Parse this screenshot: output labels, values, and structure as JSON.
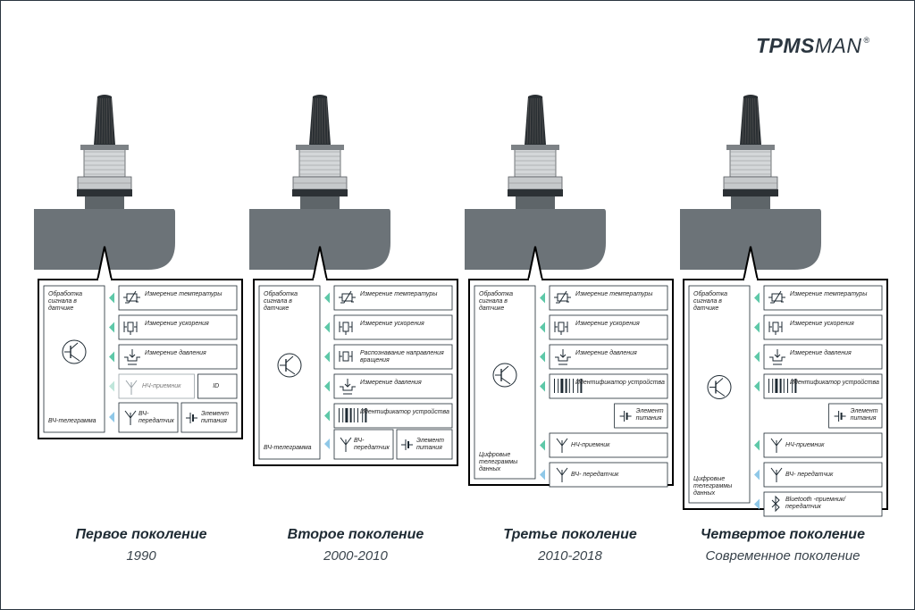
{
  "brand": {
    "name_bold": "TPMS",
    "name_light": "MAN",
    "mark": "®"
  },
  "colors": {
    "accent": "#5ec8a8",
    "accent_blue": "#8fc8e8",
    "sensor": "#6c7378",
    "line": "#1e2a33"
  },
  "generations": [
    {
      "title": "Первое поколение",
      "period": "1990",
      "left_top": "Обработка сигнала в датчике",
      "left_bottom": "ВЧ-телеграмма",
      "rows": [
        {
          "icon": "temperature-icon",
          "label": "Измерение температуры"
        },
        {
          "icon": "acceleration-icon",
          "label": "Измерение ускорения"
        },
        {
          "icon": "pressure-icon",
          "label": "Измерение давления"
        }
      ],
      "split_row": [
        {
          "icon": "antenna-icon",
          "label": "НЧ-приемник",
          "faded": true
        },
        {
          "icon": "",
          "label": "ID"
        }
      ],
      "bottom_row": [
        {
          "icon": "antenna-icon",
          "label": "ВЧ-передатчик"
        },
        {
          "icon": "battery-icon",
          "label": "Элемент питания"
        }
      ]
    },
    {
      "title": "Второе поколение",
      "period": "2000-2010",
      "left_top": "Обработка сигнала в датчике",
      "left_bottom": "ВЧ-телеграмма",
      "rows": [
        {
          "icon": "temperature-icon",
          "label": "Измерение температуры"
        },
        {
          "icon": "acceleration-icon",
          "label": "Измерение ускорения"
        },
        {
          "icon": "rotation-icon",
          "label": "Распознавание направления вращения"
        },
        {
          "icon": "pressure-icon",
          "label": "Измерение давления"
        },
        {
          "icon": "barcode-icon",
          "label": "Идентификатор устройства"
        }
      ],
      "bottom_row": [
        {
          "icon": "antenna-icon",
          "label": "ВЧ-передатчик"
        },
        {
          "icon": "battery-icon",
          "label": "Элемент питания"
        }
      ]
    },
    {
      "title": "Третье поколение",
      "period": "2010-2018",
      "left_top": "Обработка сигнала в датчике",
      "left_bottom": "Цифровые телеграммы данных",
      "rows": [
        {
          "icon": "temperature-icon",
          "label": "Измерение температуры"
        },
        {
          "icon": "acceleration-icon",
          "label": "Измерение ускорения"
        },
        {
          "icon": "pressure-icon",
          "label": "Измерение давления"
        },
        {
          "icon": "barcode-icon",
          "label": "Идентификатор устройства"
        }
      ],
      "battery": {
        "icon": "battery-icon",
        "label": "Элемент питания"
      },
      "tail_rows": [
        {
          "icon": "antenna-icon",
          "label": "НЧ-приемник"
        },
        {
          "icon": "antenna-icon",
          "label": "ВЧ- передатчик"
        }
      ]
    },
    {
      "title": "Четвертое поколение",
      "period": "Современное поколение",
      "left_top": "Обработка сигнала в датчике",
      "left_bottom": "Цифровые телеграммы данных",
      "rows": [
        {
          "icon": "temperature-icon",
          "label": "Измерение температуры"
        },
        {
          "icon": "acceleration-icon",
          "label": "Измерение ускорения"
        },
        {
          "icon": "pressure-icon",
          "label": "Измерение давления"
        },
        {
          "icon": "barcode-icon",
          "label": "Идентификатор устройства"
        }
      ],
      "battery": {
        "icon": "battery-icon",
        "label": "Элемент питания"
      },
      "tail_rows": [
        {
          "icon": "antenna-icon",
          "label": "НЧ-приемник"
        },
        {
          "icon": "antenna-icon",
          "label": "ВЧ- передатчик"
        },
        {
          "icon": "bluetooth-icon",
          "label": "Bluetooth -приемник/передатчик"
        }
      ]
    }
  ]
}
